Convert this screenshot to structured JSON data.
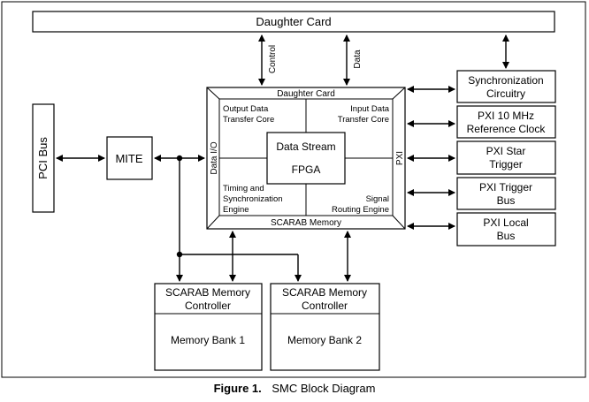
{
  "blocks": {
    "daughter_card": "Daughter Card",
    "pci_bus": "PCI Bus",
    "mite": "MITE",
    "control": "Control",
    "data": "Data",
    "fpga": {
      "top": "Daughter Card",
      "bottom": "SCARAB Memory",
      "left": "Data I/O",
      "right": "PXI",
      "core": [
        "Data Stream",
        "FPGA"
      ],
      "quad_tl": [
        "Output Data",
        "Transfer Core"
      ],
      "quad_tr": [
        "Input Data",
        "Transfer Core"
      ],
      "quad_bl": [
        "Timing and",
        "Synchronization",
        "Engine"
      ],
      "quad_br": [
        "Signal",
        "Routing Engine"
      ]
    },
    "right_boxes": [
      [
        "Synchronization",
        "Circuitry"
      ],
      [
        "PXI 10 MHz",
        "Reference Clock"
      ],
      [
        "PXI Star",
        "Trigger"
      ],
      [
        "PXI Trigger",
        "Bus"
      ],
      [
        "PXI Local",
        "Bus"
      ]
    ],
    "memory": [
      {
        "controller": [
          "SCARAB Memory",
          "Controller"
        ],
        "bank": "Memory Bank 1"
      },
      {
        "controller": [
          "SCARAB Memory",
          "Controller"
        ],
        "bank": "Memory Bank 2"
      }
    ]
  },
  "caption": {
    "figure": "Figure 1.",
    "text": "SMC Block Diagram"
  }
}
